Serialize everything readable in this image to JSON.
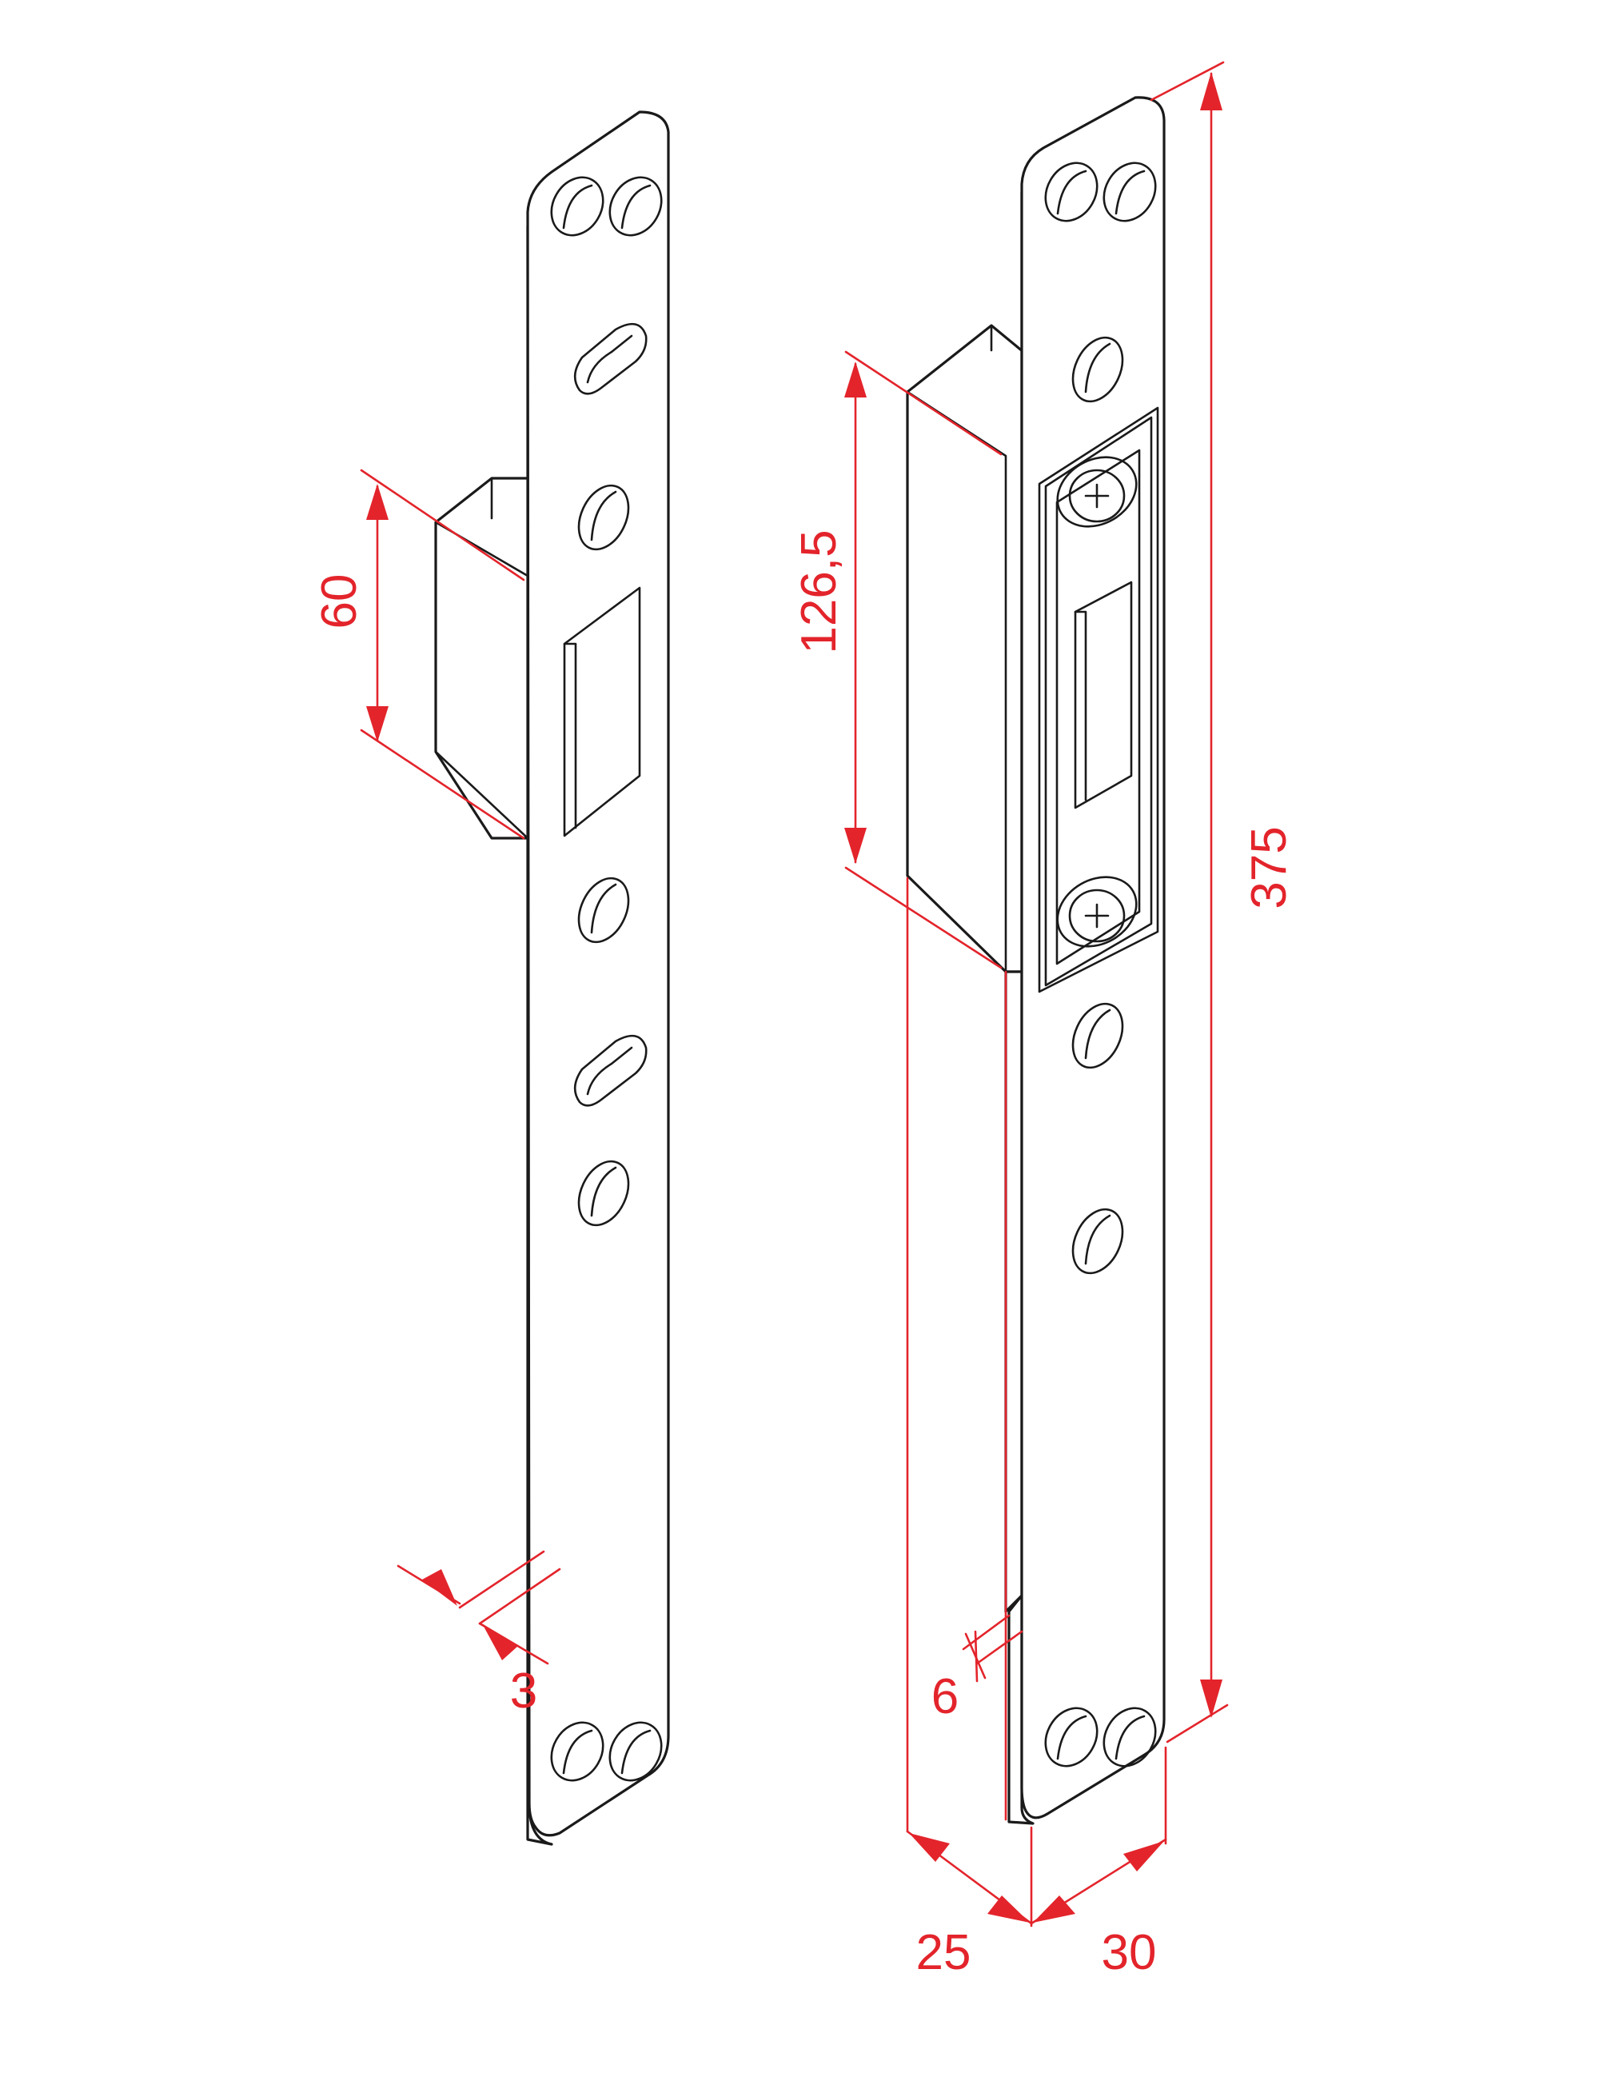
{
  "dimensions": {
    "left_height": "60",
    "left_thickness": "3",
    "right_height": "126,5",
    "right_length": "375",
    "right_offset": "6",
    "right_depth": "25",
    "right_width": "30"
  },
  "colors": {
    "dimension": "#e3242b",
    "outline": "#1a1a1a",
    "background": "#ffffff"
  }
}
